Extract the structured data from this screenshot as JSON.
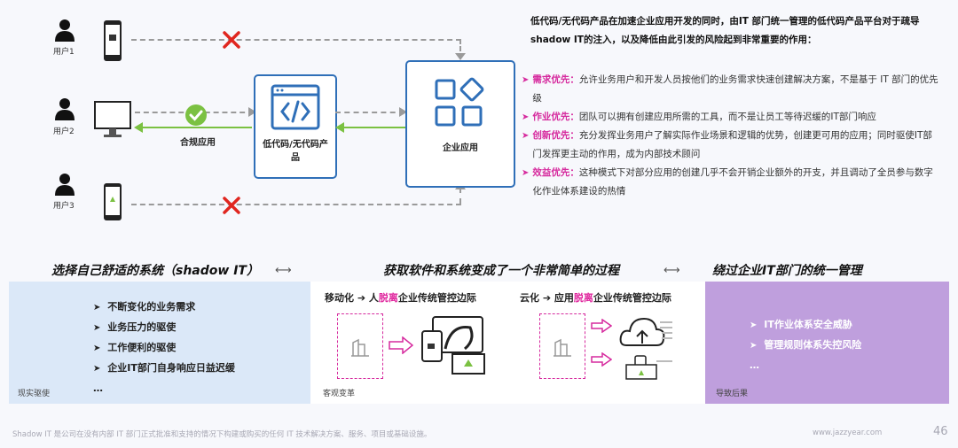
{
  "users": [
    {
      "label": "用户1"
    },
    {
      "label": "用户2"
    },
    {
      "label": "用户3"
    }
  ],
  "diagram": {
    "compliant_label": "合规应用",
    "lowcode_label": "低代码/无代码产品",
    "enterprise_label": "企业应用"
  },
  "intro": "低代码/无代码产品在加速企业应用开发的同时，由IT 部门统一管理的低代码产品平台对于疏导shadow IT的注入，以及降低由此引发的风险起到非常重要的作用：",
  "priorities": [
    {
      "key": "需求优先：",
      "text": "允许业务用户和开发人员按他们的业务需求快速创建解决方案，不是基于 IT 部门的优先级"
    },
    {
      "key": "作业优先：",
      "text": "团队可以拥有创建应用所需的工具，而不是让员工等待迟缓的IT部门响应"
    },
    {
      "key": "创新优先：",
      "text": "充分发挥业务用户了解实际作业场景和逻辑的优势，创建更可用的应用；同时驱使IT部门发挥更主动的作用，成为内部技术顾问"
    },
    {
      "key": "效益优先：",
      "text": "这种模式下对部分应用的创建几乎不会开销企业额外的开支，并且调动了全员参与数字化作业体系建设的热情"
    }
  ],
  "sections": {
    "left": "选择自己舒适的系统（shadow IT）",
    "middle": "获取软件和系统变成了一个非常简单的过程",
    "right": "绕过企业IT部门的统一管理"
  },
  "left_panel": {
    "items": [
      "不断变化的业务需求",
      "业务压力的驱使",
      "工作便利的驱使",
      "企业IT部门自身响应日益迟缓",
      "…"
    ],
    "caption": "现实驱使"
  },
  "middle_panel": {
    "mobile_prefix": "移动化 ➔ 人",
    "mobile_hl": "脱离",
    "mobile_suffix": "企业传统管控边际",
    "cloud_prefix": "云化 ➔ 应用",
    "cloud_hl": "脱离",
    "cloud_suffix": "企业传统管控边际",
    "caption": "客观变革"
  },
  "right_panel": {
    "items": [
      "IT作业体系安全威胁",
      "管理规则体系失控风险",
      "…"
    ],
    "caption": "导致后果"
  },
  "footer": {
    "note": "Shadow IT 是公司在没有内部 IT 部门正式批准和支持的情况下构建或购买的任何 IT 技术解决方案、服务、项目或基础设施。",
    "url": "www.jazzyear.com",
    "page": "46"
  },
  "colors": {
    "accent": "#2f6fb8",
    "pink": "#d62a9e",
    "green": "#7bc142",
    "red": "#e0261f",
    "purple_panel": "#bf9fdd",
    "blue_panel": "#dbe8f8"
  }
}
